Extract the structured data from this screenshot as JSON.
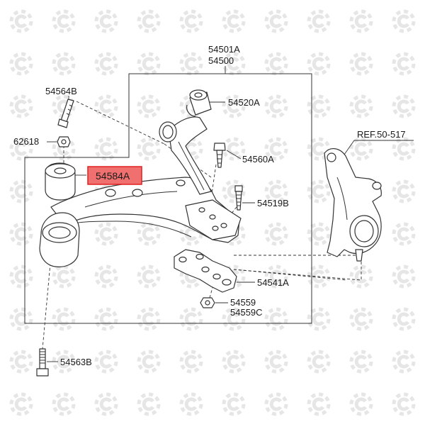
{
  "labels": {
    "assembly_a": "54501A",
    "assembly": "54500",
    "bolt_top": "54564B",
    "bushing_top": "54520A",
    "nut_small": "62618",
    "bolt_mid": "54560A",
    "bushing_highlight": "54584A",
    "stud": "54519B",
    "bracket": "54541A",
    "nut_a": "54559",
    "nut_c": "54559C",
    "bolt_bottom": "54563B",
    "reference": "REF.50-517"
  },
  "colors": {
    "highlight_fill": "#f07070",
    "highlight_border": "#e02020",
    "line": "#333333",
    "watermark": "#e6e6e6"
  }
}
